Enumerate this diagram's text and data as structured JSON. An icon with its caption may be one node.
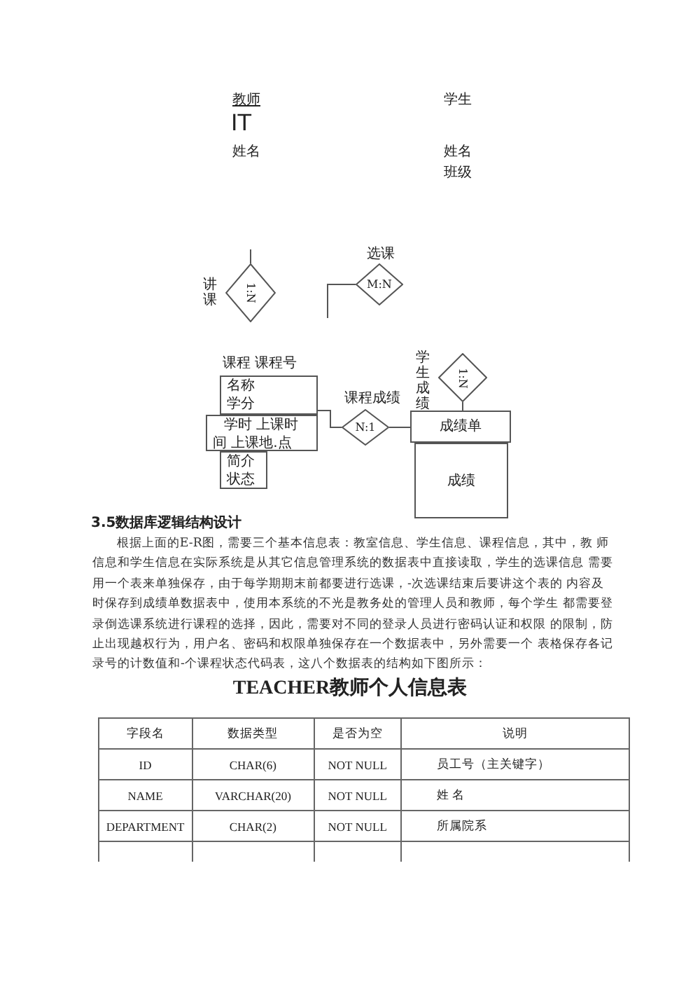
{
  "diagram": {
    "nodes": [
      {
        "text": [
          "1:N"
        ],
        "beside": [
          "讲课"
        ]
      },
      {
        "text": [
          "M:N"
        ],
        "beside": [
          "选课"
        ]
      },
      {
        "text": [
          "课程 课程号",
          "名称学分"
        ]
      },
      {
        "text": [
          "学时 上课时间 上课地.点"
        ]
      },
      {
        "text": [
          "简介状态"
        ]
      },
      {
        "text": [
          "N:1"
        ],
        "beside": [
          "课程成绩"
        ]
      },
      {
        "text": [
          "成绩单"
        ]
      },
      {
        "text": [
          "成绩"
        ]
      },
      {
        "text": [
          "1:N"
        ],
        "beside": [
          "学生成绩"
        ]
      }
    ],
    "edges": [
      {
        "from": null,
        "to": 0,
        "arrow": "none"
      },
      {
        "from": null,
        "to": 1,
        "arrow": "none"
      },
      {
        "from": 2,
        "to": 5,
        "arrow": "none"
      },
      {
        "from": 5,
        "to": 6,
        "arrow": "none"
      },
      {
        "from": 8,
        "to": 6,
        "arrow": "none"
      }
    ],
    "labels": [
      "教师",
      "IT",
      "姓名",
      "学生",
      "姓名",
      "班级",
      "3.5数据库逻辑结构设计",
      "根据上面的E-R图，需要三个基本信息表：教室信息、学生信息、课程信息，其中，教 师信息和学生信息在实际系统是从其它信息管理系统的数据表中直接读取，学生的选课信息 需要用一个表来单独保存，由于每学期期末前都要进行选课，-次选课结束后要讲这个表的 内容及时保存到成绩单数据表中，使用本系统的不光是教务处的管理人员和教师，每个学生 都需要登录倒选课系统进行课程的选择，因此，需要对不同的登录人员进行密码认证和权限 的限制，防止出现越权行为，用户名、密码和权限单独保存在一个数据表中，另外需要一个 表格保存各记录号的计数值和-个课程状态代码表，这八个数据表的结构如下图所示：",
      "TEACHER教师个人信息表",
      "字段名",
      "数据类型",
      "是否为空",
      "说明",
      "ID",
      "CHAR(6)",
      "NOT NULL",
      "员工号（主关键字）",
      "NAME",
      "VARCHAR(20)",
      "NOT NULL",
      "姓 名",
      "DEPARTMENT",
      "CHAR(2)",
      "NOT NULL",
      "所属院系"
    ]
  }
}
